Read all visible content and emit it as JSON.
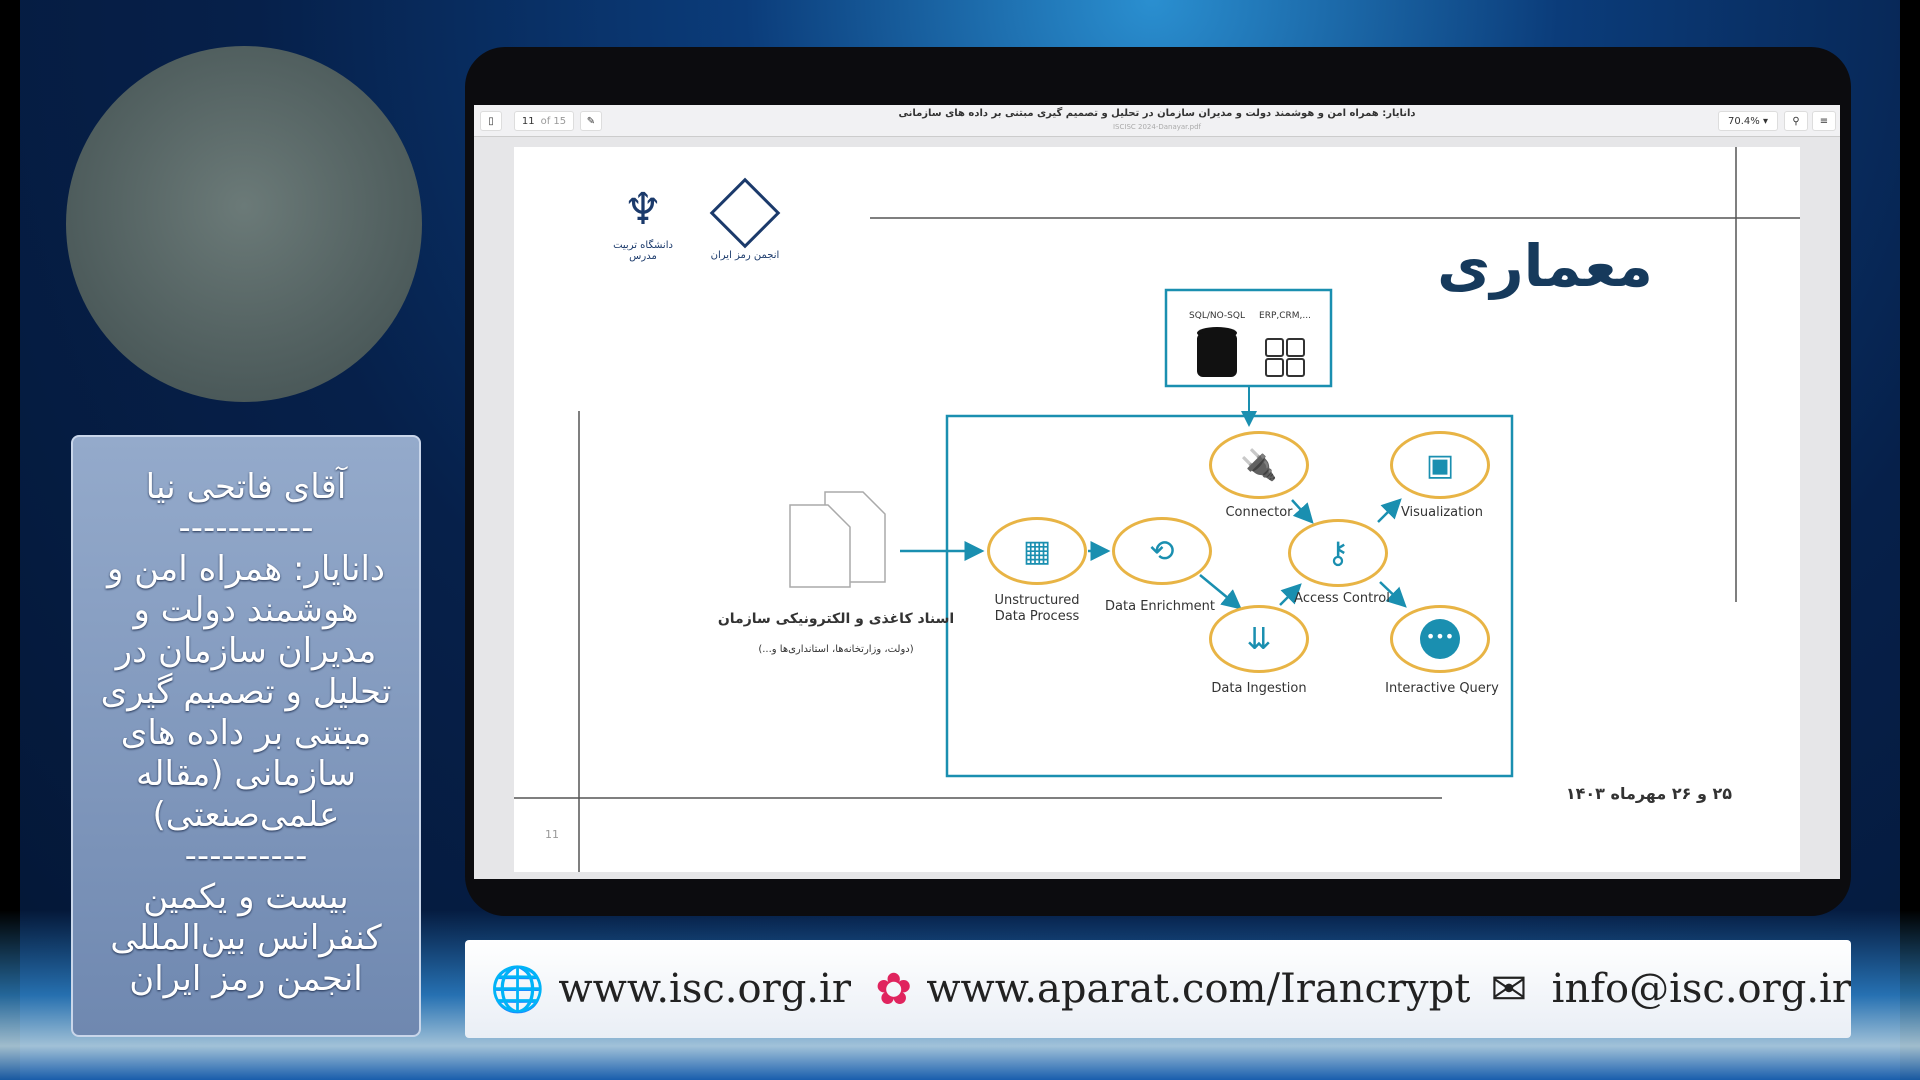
{
  "speaker": {
    "name": "آقای فاتحی نیا",
    "sep1": "-----------",
    "talk_title": "دانایار: همراه امن و هوشمند دولت و مدیران سازمان در تحلیل و تصمیم گیری مبتنی بر داده های سازمانی (مقاله علمی‌صنعتی)",
    "sep2": "----------",
    "conference": "بیست و یکمین کنفرانس بین‌المللی انجمن رمز ایران"
  },
  "viewer": {
    "page_current": "11",
    "page_total": "of 15",
    "doc_title": "دانایار: همراه امن و هوشمند دولت و مدیران سازمان در تحلیل و تصمیم گیری مبتنی بر داده های سازمانی",
    "file_name": "ISCISC 2024-Danayar.pdf",
    "zoom": "70.4%"
  },
  "slide": {
    "title": "معماری",
    "logo_left": "دانشگاه تربیت مدرس",
    "logo_right": "انجمن رمز ایران",
    "date": "۲۵ و ۲۶ مهرماه ۱۴۰۳",
    "page_number": "11",
    "sources": {
      "sql": "SQL/NO-SQL",
      "erp": "ERP,CRM,..."
    },
    "docs_label": "اسناد کاغذی و الکترونیکی سازمان",
    "docs_sub": "(دولت، وزارتخانه‌ها، استانداری‌ها و...)",
    "nodes": {
      "unstructured": "Unstructured Data Process",
      "enrichment": "Data Enrichment",
      "connector": "Connector",
      "visualization": "Visualization",
      "access": "Access Control",
      "ingestion": "Data Ingestion",
      "query": "Interactive Query"
    }
  },
  "footer": {
    "site": "www.isc.org.ir",
    "aparat": "www.aparat.com/Irancrypt",
    "email": "info@isc.org.ir"
  }
}
